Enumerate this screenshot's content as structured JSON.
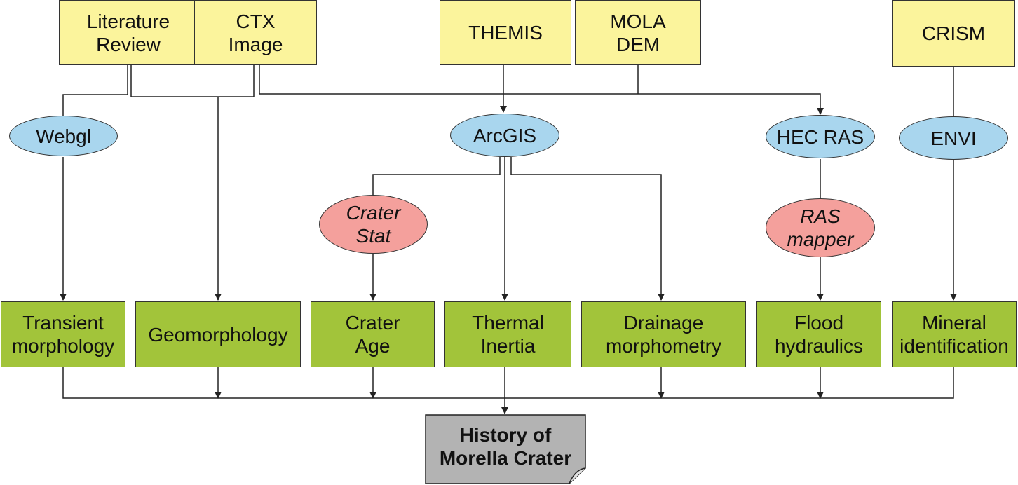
{
  "sources": {
    "literature_review": "Literature\nReview",
    "ctx_image": "CTX\nImage",
    "themis": "THEMIS",
    "mola_dem": "MOLA\nDEM",
    "crism": "CRISM"
  },
  "tools": {
    "webgl": "Webgl",
    "arcgis": "ArcGIS",
    "hec_ras": "HEC RAS",
    "envi": "ENVI",
    "crater_stat": "Crater\nStat",
    "ras_mapper": "RAS\nmapper"
  },
  "outputs": {
    "transient_morphology": "Transient\nmorphology",
    "geomorphology": "Geomorphology",
    "crater_age": "Crater\nAge",
    "thermal_inertia": "Thermal\nInertia",
    "drainage_morphometry": "Drainage\nmorphometry",
    "flood_hydraulics": "Flood\nhydraulics",
    "mineral_identification": "Mineral\nidentification"
  },
  "result": "History of\nMorella Crater",
  "colors": {
    "source_fill": "#fbf49c",
    "output_fill": "#a2c43a",
    "tool_blue": "#a9d6ee",
    "tool_pink": "#f4a09c",
    "result_fill": "#b3b3b3"
  }
}
